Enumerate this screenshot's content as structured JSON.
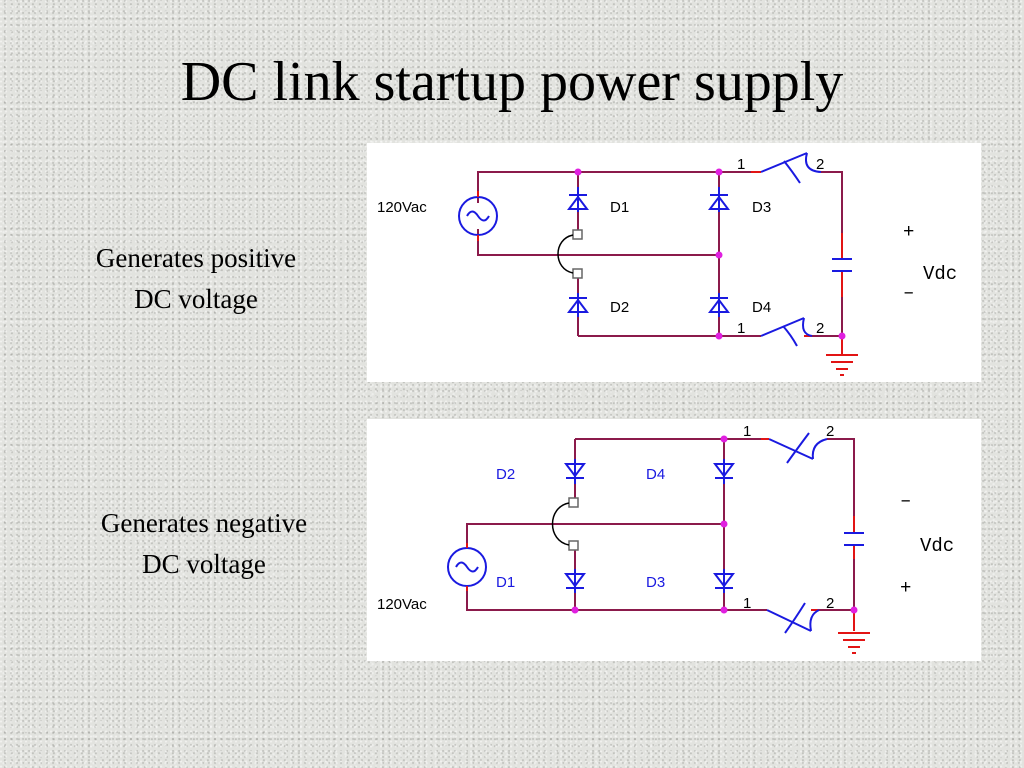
{
  "slide": {
    "title": "DC link startup power supply"
  },
  "captions": [
    {
      "line1": "Generates positive",
      "line2": "DC voltage"
    },
    {
      "line1": "Generates negative",
      "line2": "DC voltage"
    }
  ],
  "circuit_positive": {
    "source_label": "120Vac",
    "diode_labels": [
      "D1",
      "D2",
      "D3",
      "D4"
    ],
    "switch_top_pins": [
      "1",
      "2"
    ],
    "switch_bottom_pins": [
      "1",
      "2"
    ],
    "plus_label": "+",
    "minus_label": "–",
    "output_label": "Vdc"
  },
  "circuit_negative": {
    "source_label": "120Vac",
    "diode_labels": [
      "D2",
      "D4",
      "D1",
      "D3"
    ],
    "switch_top_pins": [
      "1",
      "2"
    ],
    "switch_bottom_pins": [
      "1",
      "2"
    ],
    "minus_label": "–",
    "plus_label": "+",
    "output_label": "Vdc"
  },
  "colors": {
    "wire": "#8b1a4b",
    "lead": "#e21414",
    "component": "#1a1ae0",
    "node": "#e020e0",
    "panel": "#ffffff"
  }
}
